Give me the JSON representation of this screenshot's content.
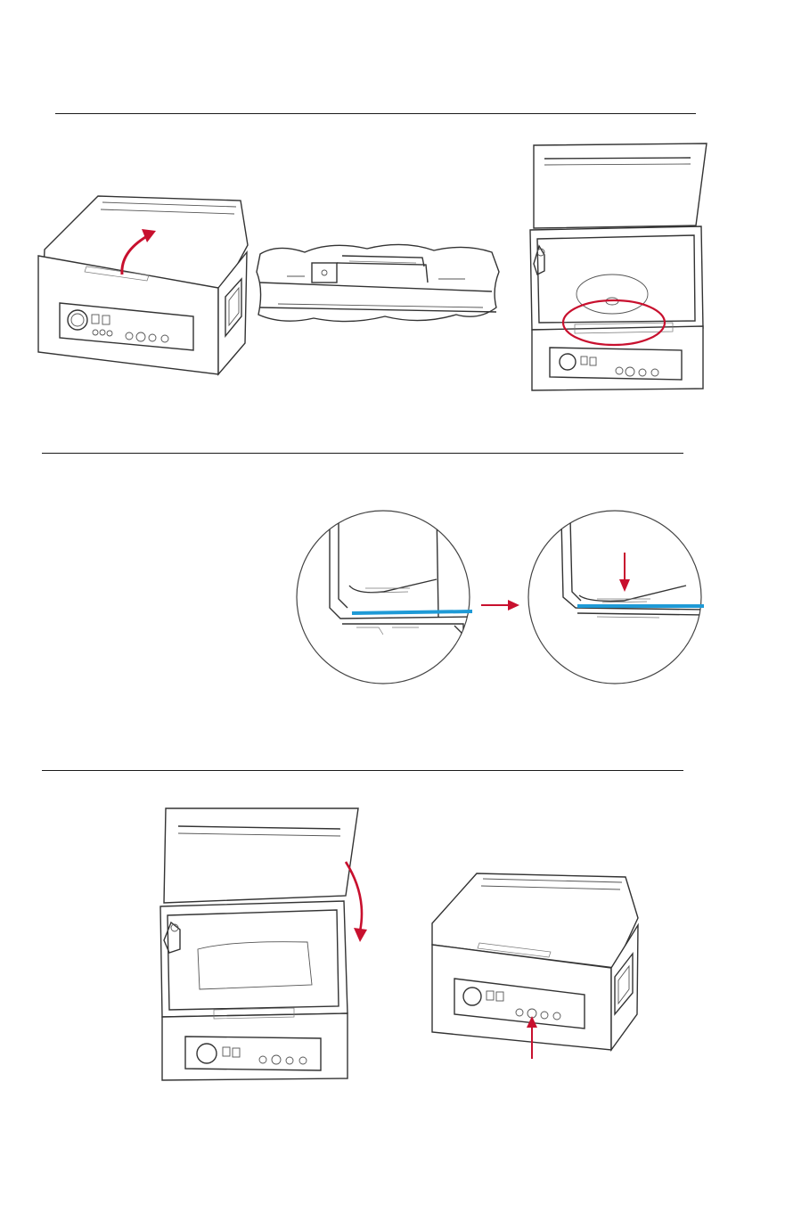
{
  "colors": {
    "arrow": "#c8102e",
    "seal_line": "#1e9ad6",
    "rule": "#1a1a1a",
    "drawing": "#333333"
  },
  "sections": [
    {
      "id": "step-1",
      "figures": [
        "closed-machine-lift-arrow",
        "latch-detail",
        "open-machine-gasket-highlight"
      ]
    },
    {
      "id": "step-2",
      "figures": [
        "gasket-before-closeup",
        "gasket-after-closeup"
      ]
    },
    {
      "id": "step-3",
      "figures": [
        "open-machine-close-arrow",
        "closed-machine-press-arrow"
      ]
    }
  ],
  "icons": [
    "curved-arrow-icon",
    "straight-arrow-icon",
    "highlight-ellipse-icon"
  ]
}
